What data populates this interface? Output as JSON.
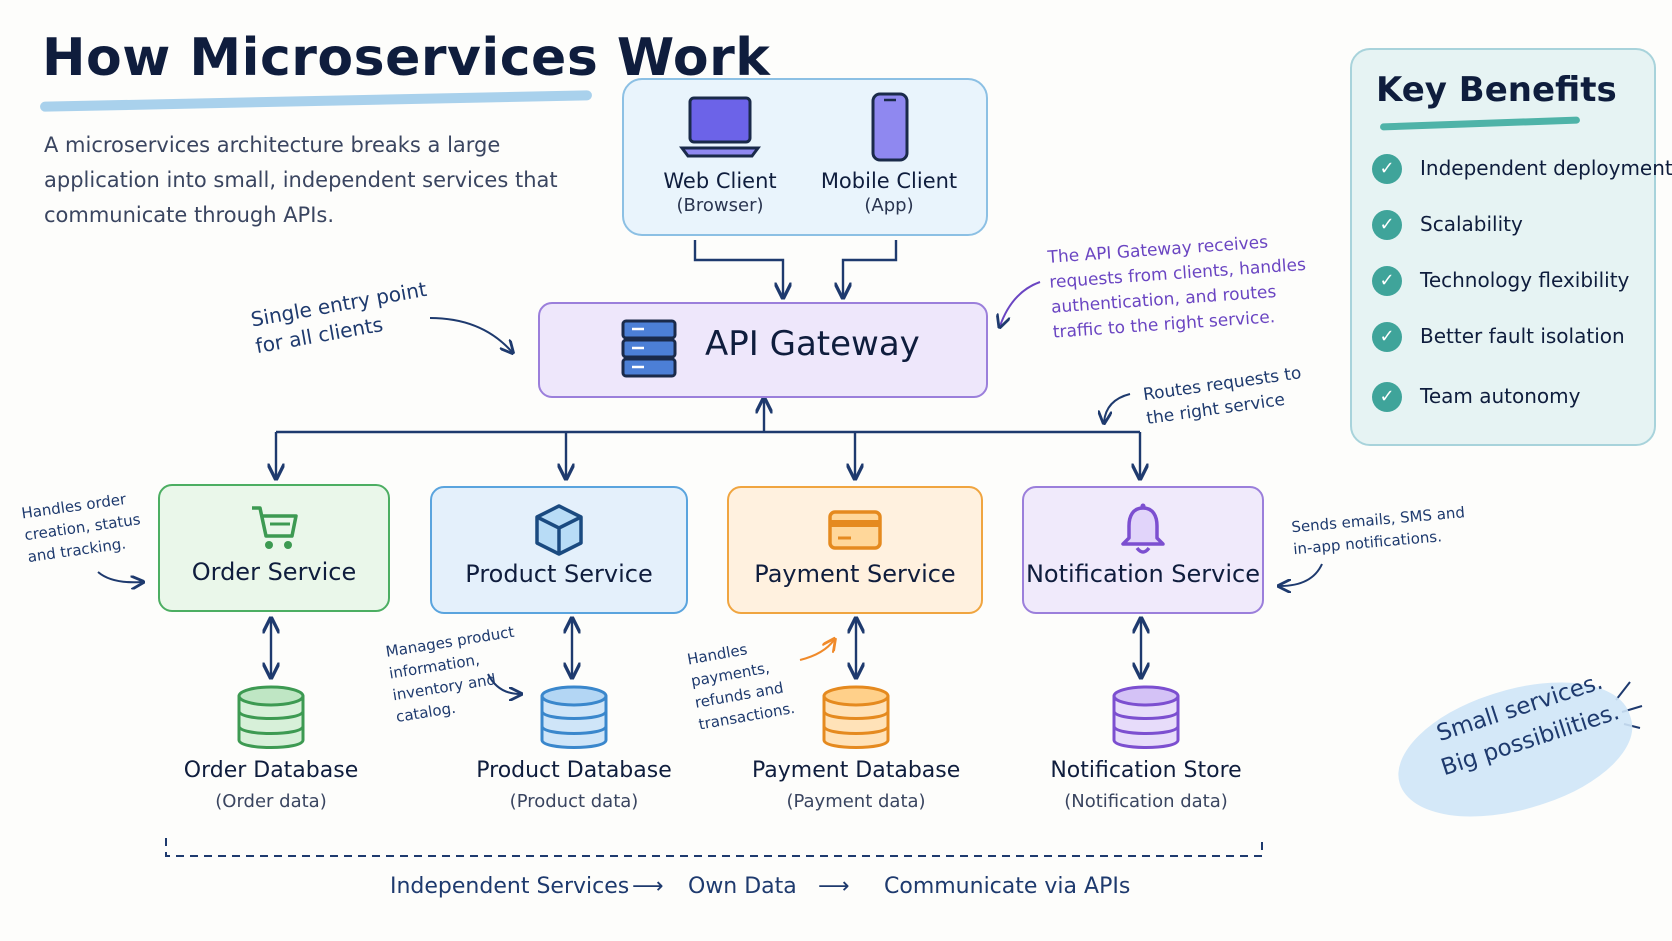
{
  "title": "How Microservices Work",
  "intro": "A microservices architecture breaks a large application into small, independent services that communicate through APIs.",
  "clients": [
    {
      "name": "Web Client",
      "sub": "(Browser)",
      "icon": "laptop-icon"
    },
    {
      "name": "Mobile Client",
      "sub": "(App)",
      "icon": "phone-icon"
    }
  ],
  "gateway": {
    "label": "API Gateway",
    "icon": "server-icon"
  },
  "notes": {
    "entry_point": "Single entry point for all clients",
    "gateway_desc": "The API Gateway receives requests from clients, handles authentication, and routes traffic to the right service.",
    "routes": "Routes requests to the right service",
    "order": "Handles order creation, status and tracking.",
    "product": "Manages product information, inventory and catalog.",
    "payment": "Handles payments, refunds and transactions.",
    "notification": "Sends emails, SMS and in-app notifications."
  },
  "services": [
    {
      "name": "Order Service",
      "icon": "cart-icon",
      "color": "#4cae62"
    },
    {
      "name": "Product Service",
      "icon": "box-icon",
      "color": "#5aa4de"
    },
    {
      "name": "Payment Service",
      "icon": "credit-card-icon",
      "color": "#f0a540"
    },
    {
      "name": "Notification Service",
      "icon": "bell-icon",
      "color": "#9b7fdb"
    }
  ],
  "databases": [
    {
      "name": "Order Database",
      "sub": "(Order data)",
      "color": "#4cae62"
    },
    {
      "name": "Product Database",
      "sub": "(Product data)",
      "color": "#5aa4de"
    },
    {
      "name": "Payment Database",
      "sub": "(Payment data)",
      "color": "#f0a540"
    },
    {
      "name": "Notification Store",
      "sub": "(Notification data)",
      "color": "#9b7fdb"
    }
  ],
  "benefits": {
    "title": "Key Benefits",
    "items": [
      "Independent deployment",
      "Scalability",
      "Technology flexibility",
      "Better fault isolation",
      "Team autonomy"
    ]
  },
  "footer": {
    "steps": [
      "Independent Services",
      "Own Data",
      "Communicate via APIs"
    ],
    "arrow": "⟶"
  },
  "tagline": {
    "line1": "Small services.",
    "line2": "Big possibilities."
  }
}
